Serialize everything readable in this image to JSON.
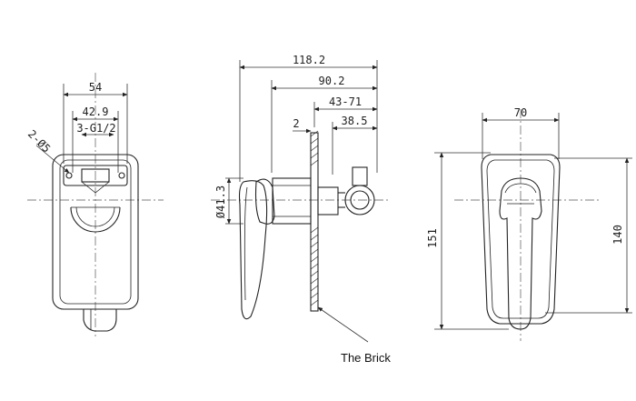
{
  "front_view": {
    "dim_width": "54",
    "dim_inner": "42.9",
    "dim_thread": "3-G1/2",
    "dim_holes": "2-Ø5"
  },
  "side_view": {
    "dim_total_depth": "118.2",
    "dim_body_depth": "90.2",
    "dim_range": "43-71",
    "dim_plate": "2",
    "dim_inlet": "38.5",
    "dim_diameter": "Ø41.3",
    "brick_label": "The Brick"
  },
  "plate_view": {
    "dim_width": "70",
    "dim_height_outer": "151",
    "dim_height_inner": "140"
  }
}
